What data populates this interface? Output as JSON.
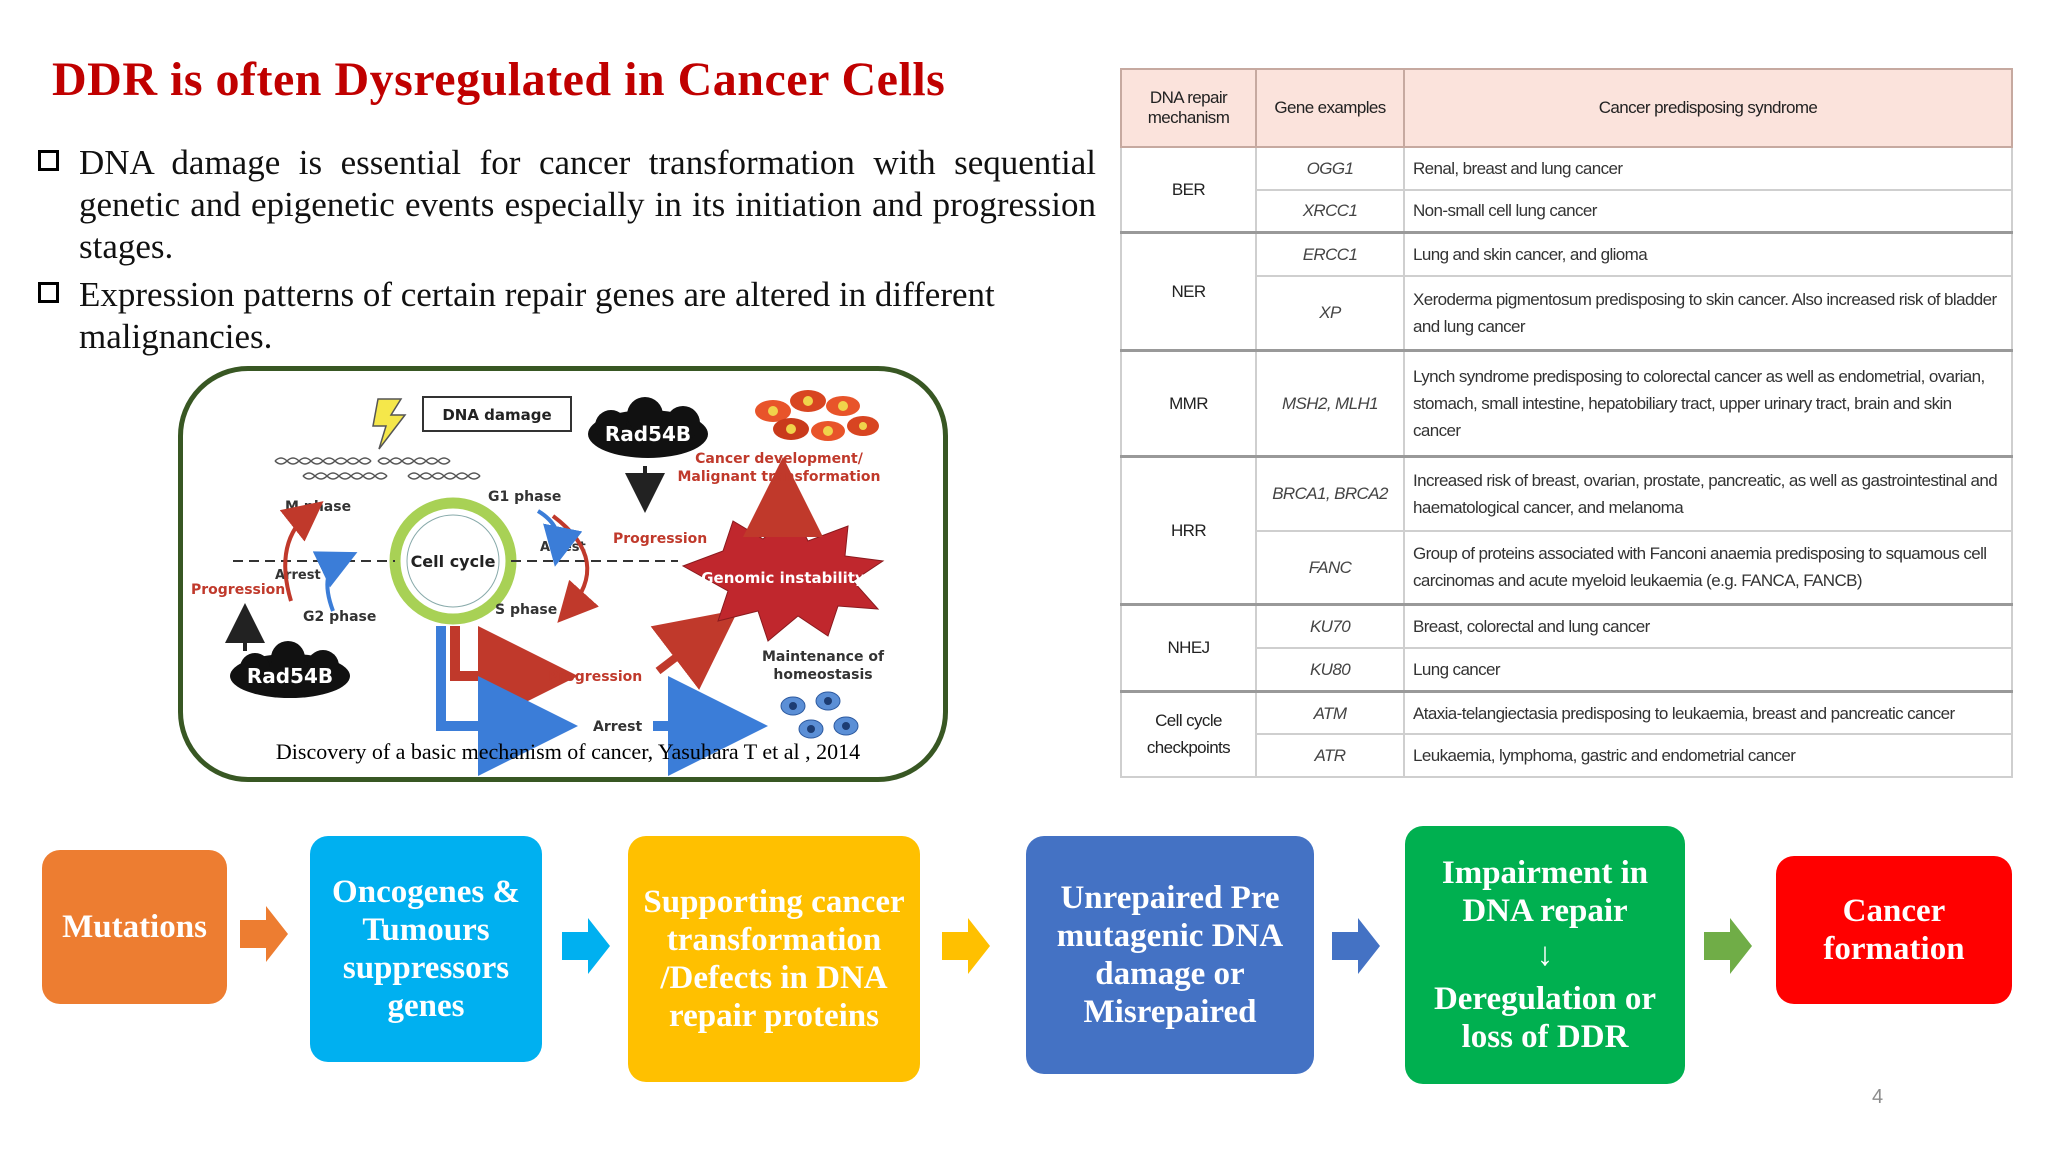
{
  "slide": {
    "title": "DDR  is  often  Dysregulated  in Cancer Cells",
    "bullets": [
      "DNA damage is essential for cancer transformation with sequential genetic and epigenetic events especially in its initiation and progression stages.",
      "Expression patterns of certain repair genes are altered in different malignancies."
    ],
    "page_number": "4"
  },
  "figure": {
    "caption": "Discovery of a basic mechanism of cancer, Yasuhara T et al , 2014",
    "labels": {
      "dna_damage": "DNA damage",
      "rad54b_top": "Rad54B",
      "rad54b_bottom": "Rad54B",
      "m_phase": "M phase",
      "g1_phase": "G1 phase",
      "g2_phase": "G2 phase",
      "s_phase": "S phase",
      "cell_cycle": "Cell cycle",
      "arrest_left": "Arrest",
      "arrest_right": "Arrest",
      "arrest_bottom": "Arrest",
      "progression_left": "Progression",
      "progression_right": "Progression",
      "progression_bottom": "Progression",
      "cancer_dev_1": "Cancer development/",
      "cancer_dev_2": "Malignant transformation",
      "genomic_instability": "Genomic instability",
      "maintenance_1": "Maintenance of",
      "maintenance_2": "homeostasis"
    }
  },
  "table": {
    "headers": [
      "DNA repair mechanism",
      "Gene examples",
      "Cancer predisposing syndrome"
    ],
    "groups": [
      {
        "mechanism": "BER",
        "rows": [
          {
            "gene": "OGG1",
            "syndrome": "Renal, breast and lung cancer"
          },
          {
            "gene": "XRCC1",
            "syndrome": "Non-small cell lung cancer"
          }
        ]
      },
      {
        "mechanism": "NER",
        "rows": [
          {
            "gene": "ERCC1",
            "syndrome": "Lung and skin cancer, and glioma"
          },
          {
            "gene": "XP",
            "syndrome": "Xeroderma pigmentosum predisposing to skin cancer. Also increased risk of bladder and lung cancer"
          }
        ]
      },
      {
        "mechanism": "MMR",
        "rows": [
          {
            "gene": "MSH2, MLH1",
            "syndrome": "Lynch syndrome predisposing to colorectal cancer as well as endometrial, ovarian, stomach, small intestine, hepatobiliary tract, upper urinary tract, brain and skin cancer"
          }
        ]
      },
      {
        "mechanism": "HRR",
        "rows": [
          {
            "gene": "BRCA1, BRCA2",
            "syndrome": "Increased risk of breast, ovarian, prostate, pancreatic, as well as gastrointestinal and haematological cancer, and melanoma"
          },
          {
            "gene": "FANC",
            "syndrome": "Group of proteins associated with Fanconi anaemia predisposing to squamous cell carcinomas and acute myeloid leukaemia (e.g. FANCA, FANCB)"
          }
        ]
      },
      {
        "mechanism": "NHEJ",
        "rows": [
          {
            "gene": "KU70",
            "syndrome": "Breast, colorectal and lung cancer"
          },
          {
            "gene": "KU80",
            "syndrome": "Lung cancer"
          }
        ]
      },
      {
        "mechanism": "Cell cycle checkpoints",
        "rows": [
          {
            "gene": "ATM",
            "syndrome": "Ataxia-telangiectasia predisposing to leukaemia, breast and pancreatic cancer"
          },
          {
            "gene": "ATR",
            "syndrome": "Leukaemia, lymphoma, gastric and endometrial cancer"
          }
        ]
      }
    ]
  },
  "flow": {
    "steps": [
      {
        "label": "Mutations",
        "color": "#ed7d31"
      },
      {
        "label": "Oncogenes & Tumours suppressors genes",
        "color": "#00b0f0"
      },
      {
        "label": "Supporting cancer transformation /Defects in DNA repair proteins",
        "color": "#ffc000"
      },
      {
        "label": "Unrepaired Pre mutagenic DNA damage or Misrepaired",
        "color": "#4472c4"
      },
      {
        "label": "Impairment in DNA repair ↓ Deregulation or loss of DDR",
        "color": "#00b050"
      },
      {
        "label": "Cancer formation",
        "color": "#ff0000"
      }
    ],
    "arrow_colors": [
      "#ed7d31",
      "#00b0f0",
      "#ffc000",
      "#4472c4",
      "#70ad47"
    ]
  }
}
